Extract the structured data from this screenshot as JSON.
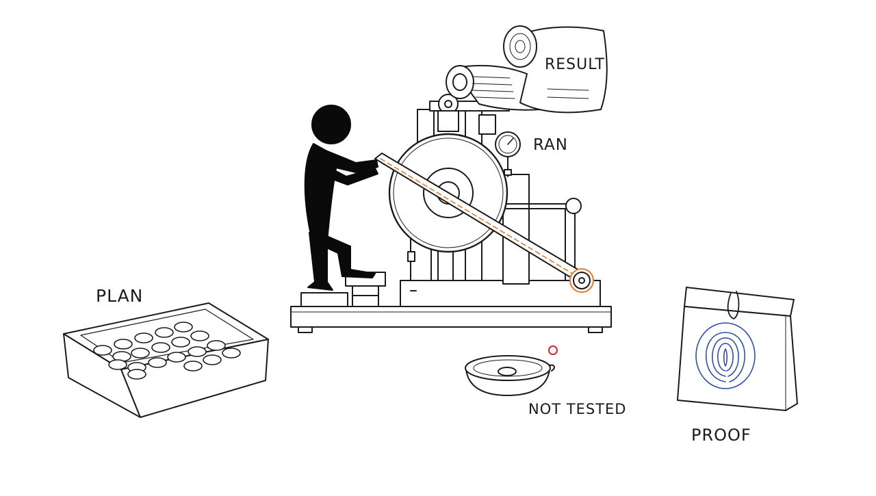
{
  "labels": {
    "plan": "PLAN",
    "result": "RESULT",
    "ran": "RAN",
    "not_tested": "NOT TESTED",
    "proof": "PROOF"
  },
  "colors": {
    "ink": "#1a1a1a",
    "figure": "#0a0a0a",
    "accent_orange": "#e07a2c",
    "marker_red": "#d9252a",
    "fingerprint_blue": "#2c4da8"
  },
  "icons": {
    "worker": "stick-figure-icon",
    "machine": "crank-machine-icon",
    "gauge": "pressure-gauge-icon",
    "tray": "pill-tray-icon",
    "dish": "empty-dish-icon",
    "bag": "evidence-bag-icon",
    "fingerprint": "fingerprint-icon"
  }
}
